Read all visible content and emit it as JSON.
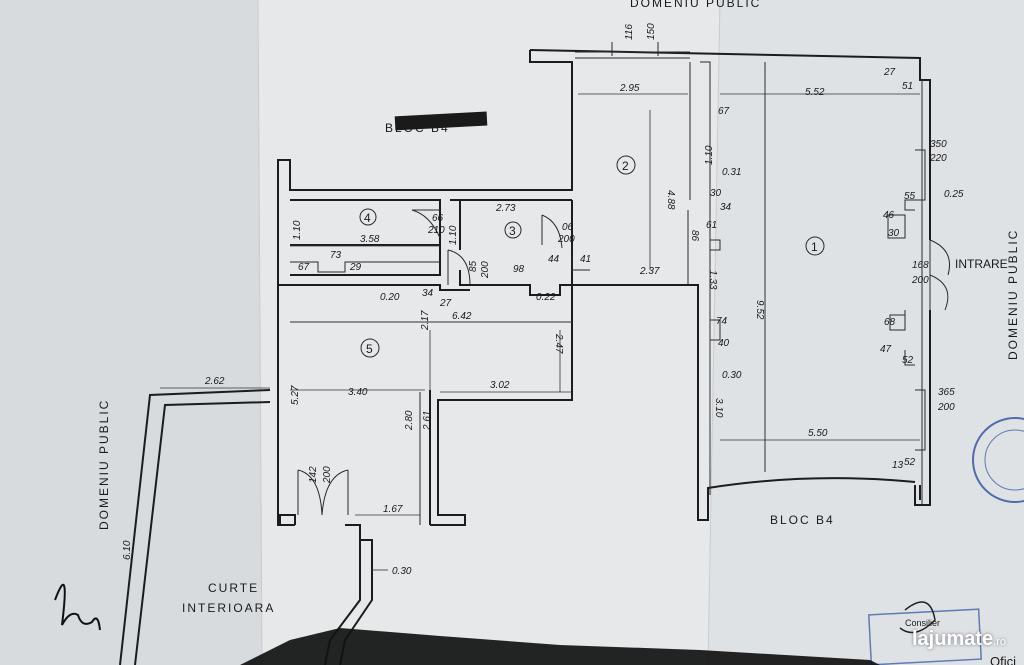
{
  "plan": {
    "labels": {
      "domeniu_top": "DOMENIU PUBLIC",
      "domeniu_left": "DOMENIU PUBLIC",
      "domeniu_right": "DOMENIU PUBLIC",
      "bloc_top": "BLOC B4",
      "bloc_bottom": "BLOC B4",
      "curte_line1": "CURTE",
      "curte_line2": "INTERIOARA",
      "intrare": "INTRARE",
      "oficiu": "Ofici",
      "consilier": "Consilier"
    },
    "rooms": [
      "1",
      "2",
      "3",
      "4",
      "5"
    ],
    "dims": {
      "top_win_a": "116",
      "top_win_b": "150",
      "r2_width": "2.95",
      "r1_width": "5.52",
      "r1_top_27": "27",
      "r1_top_51": "51",
      "w350": "350",
      "w220": "220",
      "v_0_25": "0.25",
      "v55": "55",
      "v46": "46",
      "v30": "30",
      "d67a": "67",
      "v1_10": "1.10",
      "v0_31": "0.31",
      "v30b": "30",
      "v34": "34",
      "v61": "61",
      "r2_height": "4.88",
      "r1_height": "9.52",
      "door_168": "168",
      "door_200a": "200",
      "v68": "68",
      "v47": "47",
      "v52a": "52",
      "v86": "86",
      "r4_1_10": "1.10",
      "r4_width": "3.58",
      "r4_door_a": "66",
      "r4_door_b": "210",
      "r3_1_10": "1.10",
      "r3_width": "2.73",
      "r3_door_a": "06",
      "r3_door_b": "200",
      "d73": "73",
      "d67b": "67",
      "d29": "29",
      "d98": "98",
      "d44": "44",
      "d41": "41",
      "d2_37": "2.37",
      "d1_33": "1.33",
      "d85": "85",
      "d200b": "200",
      "d0_20": "0.20",
      "d34": "34",
      "d27": "27",
      "d0_22": "0.22",
      "r5_width": "6.42",
      "r5_2_17": "2.17",
      "r5_2_47": "2.47",
      "d74": "74",
      "d40": "40",
      "d0_30a": "0.30",
      "d2_62": "2.62",
      "d3_40": "3.40",
      "d3_02": "3.02",
      "d5_27": "5.27",
      "d2_80": "2.80",
      "d2_61": "2.61",
      "d3_10": "3.10",
      "r1_bottom_width": "5.50",
      "d365": "365",
      "d200c": "200",
      "d13": "13",
      "d52b": "52",
      "door5_a": "142",
      "door5_b": "200",
      "d1_67": "1.67",
      "d6_10": "6.10",
      "d0_30b": "0.30"
    },
    "watermark": {
      "brand": "lajumate",
      "tld": ".ro"
    }
  }
}
